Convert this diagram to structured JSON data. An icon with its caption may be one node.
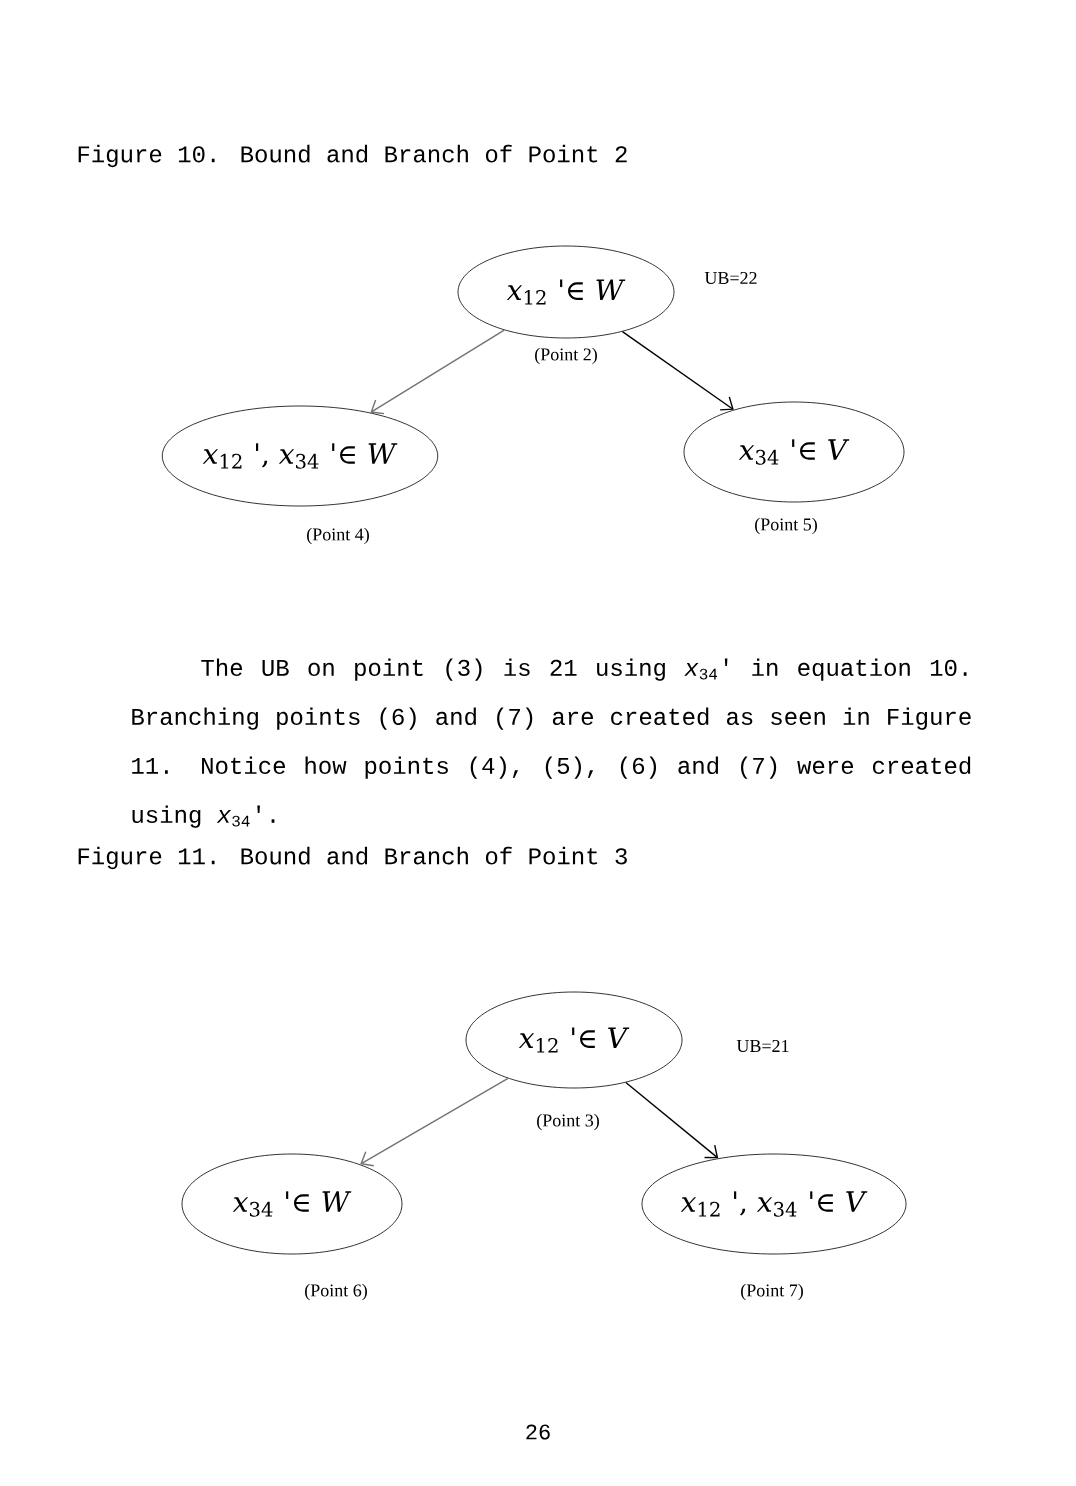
{
  "diagram": {
    "title": "Figure 10. Bound and Branch of Point 2",
    "nodes": [
      {
        "text": [
          "*x*$_{12}$ '∈ *W*"
        ],
        "beside": [
          "UB=22",
          "(Point 2)"
        ]
      },
      {
        "text": [
          "*x*$_{12}$ ', *x*$_{34}$ '∈ *W*"
        ],
        "beside": [
          "(Point 4)"
        ]
      },
      {
        "text": [
          "*x*$_{34}$ '∈ *V*"
        ],
        "beside": [
          "(Point 5)"
        ]
      },
      {
        "text": [
          "*x*$_{12}$ '∈ *V*"
        ],
        "beside": [
          "UB=21",
          "(Point 3)"
        ]
      },
      {
        "text": [
          "*x*$_{34}$ '∈ *W*"
        ],
        "beside": [
          "(Point 6)"
        ]
      },
      {
        "text": [
          "*x*$_{12}$ ', *x*$_{34}$ '∈ *V*"
        ],
        "beside": [
          "(Point 7)"
        ]
      }
    ],
    "edges": [
      {
        "from": 0,
        "to": 1,
        "arrow": "to"
      },
      {
        "from": 0,
        "to": 2,
        "arrow": "to",
        "color": "#000000"
      },
      {
        "from": 3,
        "to": 4,
        "arrow": "to"
      },
      {
        "from": 3,
        "to": 5,
        "arrow": "to",
        "color": "#000000"
      }
    ],
    "labels": [
      "The UB on point (3) is 21 using *x*$_{34}$' in equation 10. Branching points (6) and (7) are created as seen in Figure 11. Notice how points (4), (5), (6) and (7) were created using *x*$_{34}$'.",
      "Figure 11. Bound and Branch of Point 3",
      "26"
    ]
  }
}
